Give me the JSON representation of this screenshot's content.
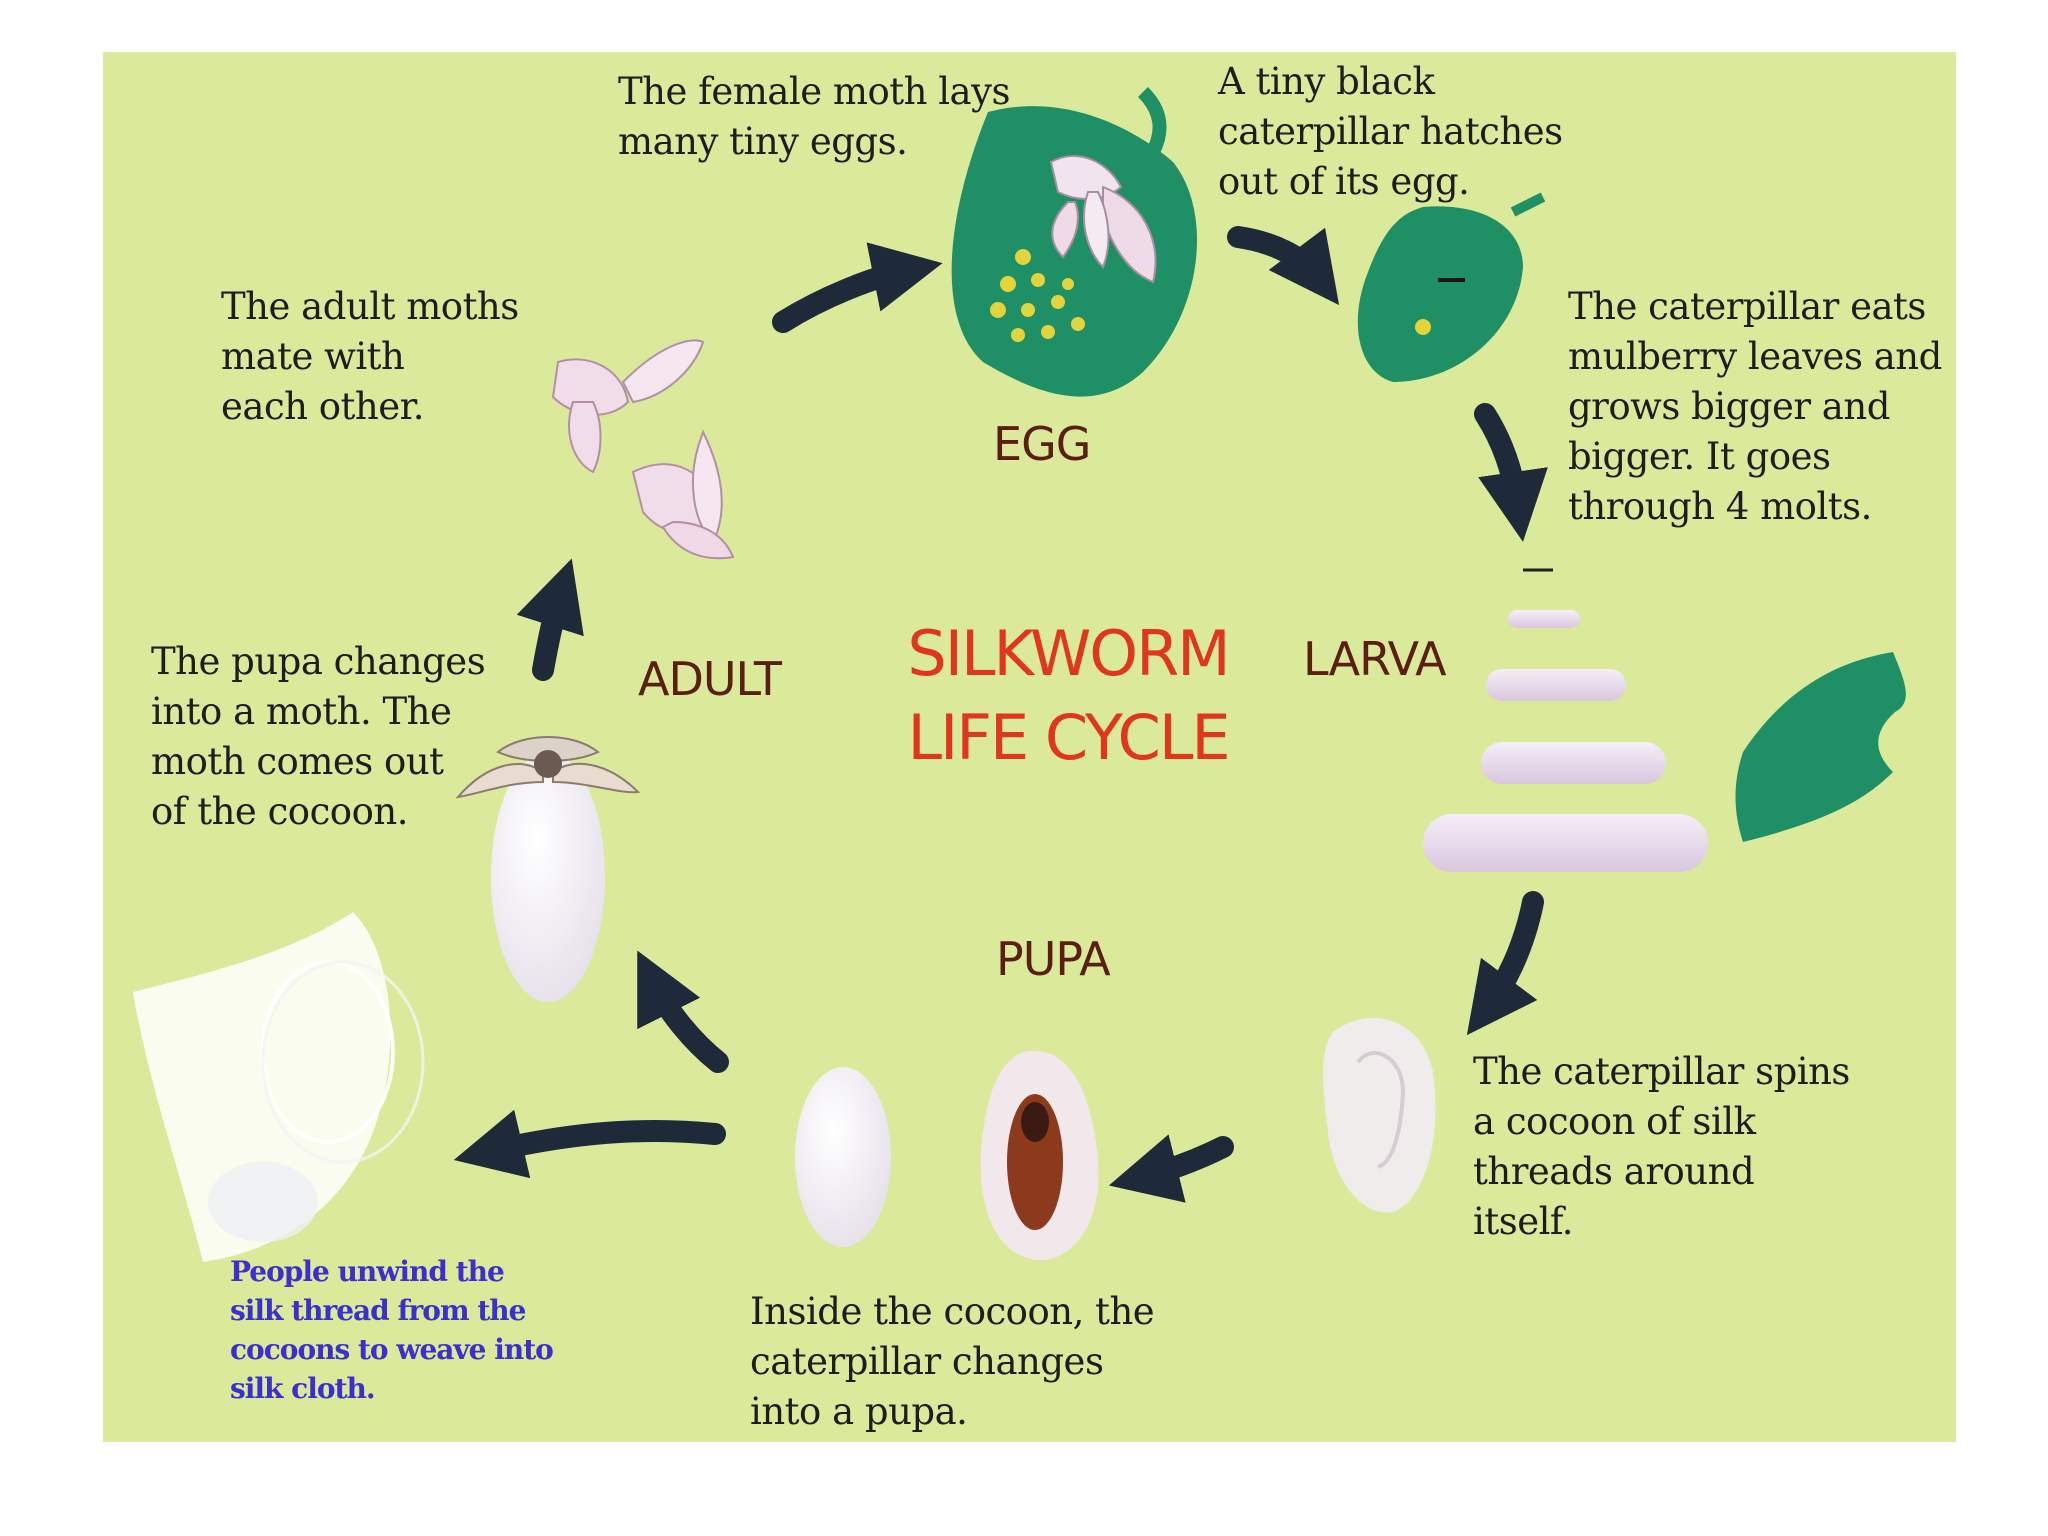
{
  "diagram": {
    "title": "SILKWORM\nLIFE CYCLE",
    "stages": {
      "egg": "EGG",
      "larva": "LARVA",
      "pupa": "PUPA",
      "adult": "ADULT"
    },
    "captions": {
      "lays_eggs": "The female moth lays\nmany tiny eggs.",
      "hatches": "A tiny black\ncaterpillar hatches\nout of its egg.",
      "eats": "The caterpillar eats\nmulberry leaves and\ngrows bigger and\nbigger. It goes\nthrough 4 molts.",
      "spins": "The caterpillar spins\na cocoon of silk\nthreads around\nitself.",
      "inside_cocoon": "Inside the cocoon, the\ncaterpillar changes\ninto a pupa.",
      "pupa_changes": "The pupa changes\ninto a moth. The\nmoth comes out\nof the cocoon.",
      "adults_mate": "The adult moths\nmate with\neach other.",
      "unwind_silk": "People unwind the\nsilk thread from the\ncocoons to weave into\nsilk cloth."
    },
    "colors": {
      "background": "#dbe99a",
      "leaf": "#1f8f66",
      "arrow": "#1e2a3a",
      "title": "#e0361d",
      "stage_label": "#5a1f12",
      "silk_note": "#3b2fd0"
    }
  }
}
